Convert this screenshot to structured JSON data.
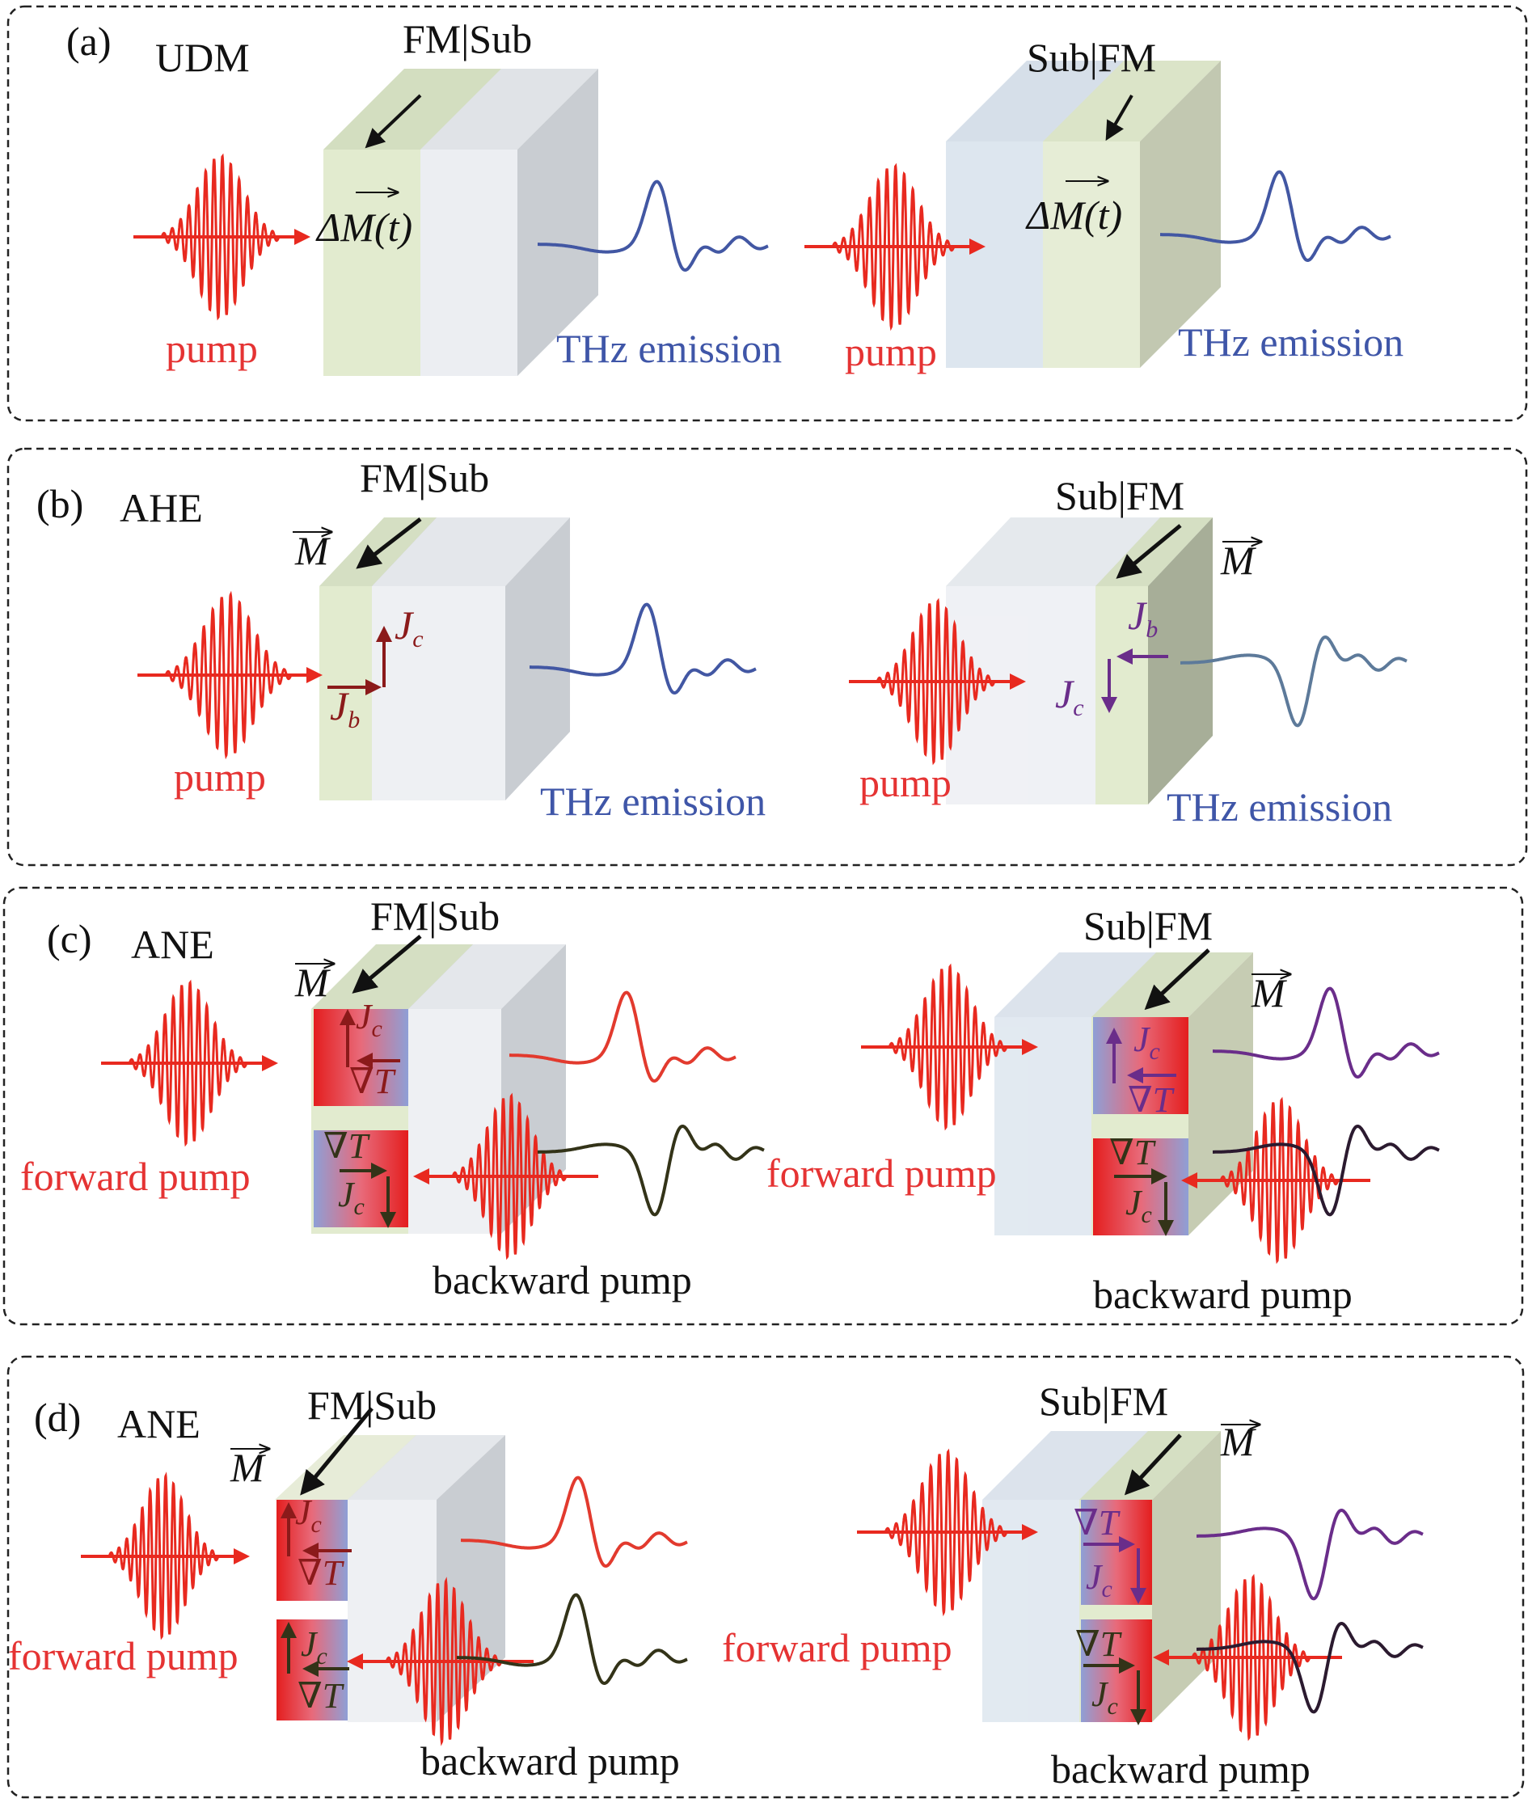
{
  "colors": {
    "pump": "#e8291f",
    "thz_blue": "#4257a3",
    "thz_red": "#e23a2e",
    "thz_purple": "#6a2d8a",
    "thz_dark": "#333318",
    "fm_face": "#e2ebcf",
    "fm_side": "#b8bfa6",
    "sub_face": "#dde6ef",
    "sub_side": "#c9cdd2",
    "box_border": "#222222"
  },
  "panels": {
    "a": {
      "tag": "(a)",
      "name": "UDM",
      "left_stack": "FM|Sub",
      "right_stack": "Sub|FM",
      "delta_m_left": "ΔM(t)",
      "delta_m_right": "ΔM(t)",
      "pump_left": "pump",
      "pump_right": "pump",
      "thz_left": "THz emission",
      "thz_right": "THz emission"
    },
    "b": {
      "tag": "(b)",
      "name": "AHE",
      "left_stack": "FM|Sub",
      "right_stack": "Sub|FM",
      "m_left": "M",
      "m_right": "M",
      "jc": "J",
      "jc_sub": "c",
      "jb": "J",
      "jb_sub": "b",
      "pump_left": "pump",
      "pump_right": "pump",
      "thz_left": "THz emission",
      "thz_right": "THz emission"
    },
    "c": {
      "tag": "(c)",
      "name": "ANE",
      "left_stack": "FM|Sub",
      "right_stack": "Sub|FM",
      "m_left": "M",
      "m_right": "M",
      "grad": "∇T",
      "jc": "J",
      "jc_sub": "c",
      "forward_left": "forward pump",
      "forward_right": "forward pump",
      "backward_left": "backward pump",
      "backward_right": "backward pump"
    },
    "d": {
      "tag": "(d)",
      "name": "ANE",
      "left_stack": "FM|Sub",
      "right_stack": "Sub|FM",
      "m_left": "M",
      "m_right": "M",
      "grad": "∇T",
      "jc": "J",
      "jc_sub": "c",
      "forward_left": "forward pump",
      "forward_right": "forward pump",
      "backward_left": "backward pump",
      "backward_right": "backward pump"
    }
  }
}
